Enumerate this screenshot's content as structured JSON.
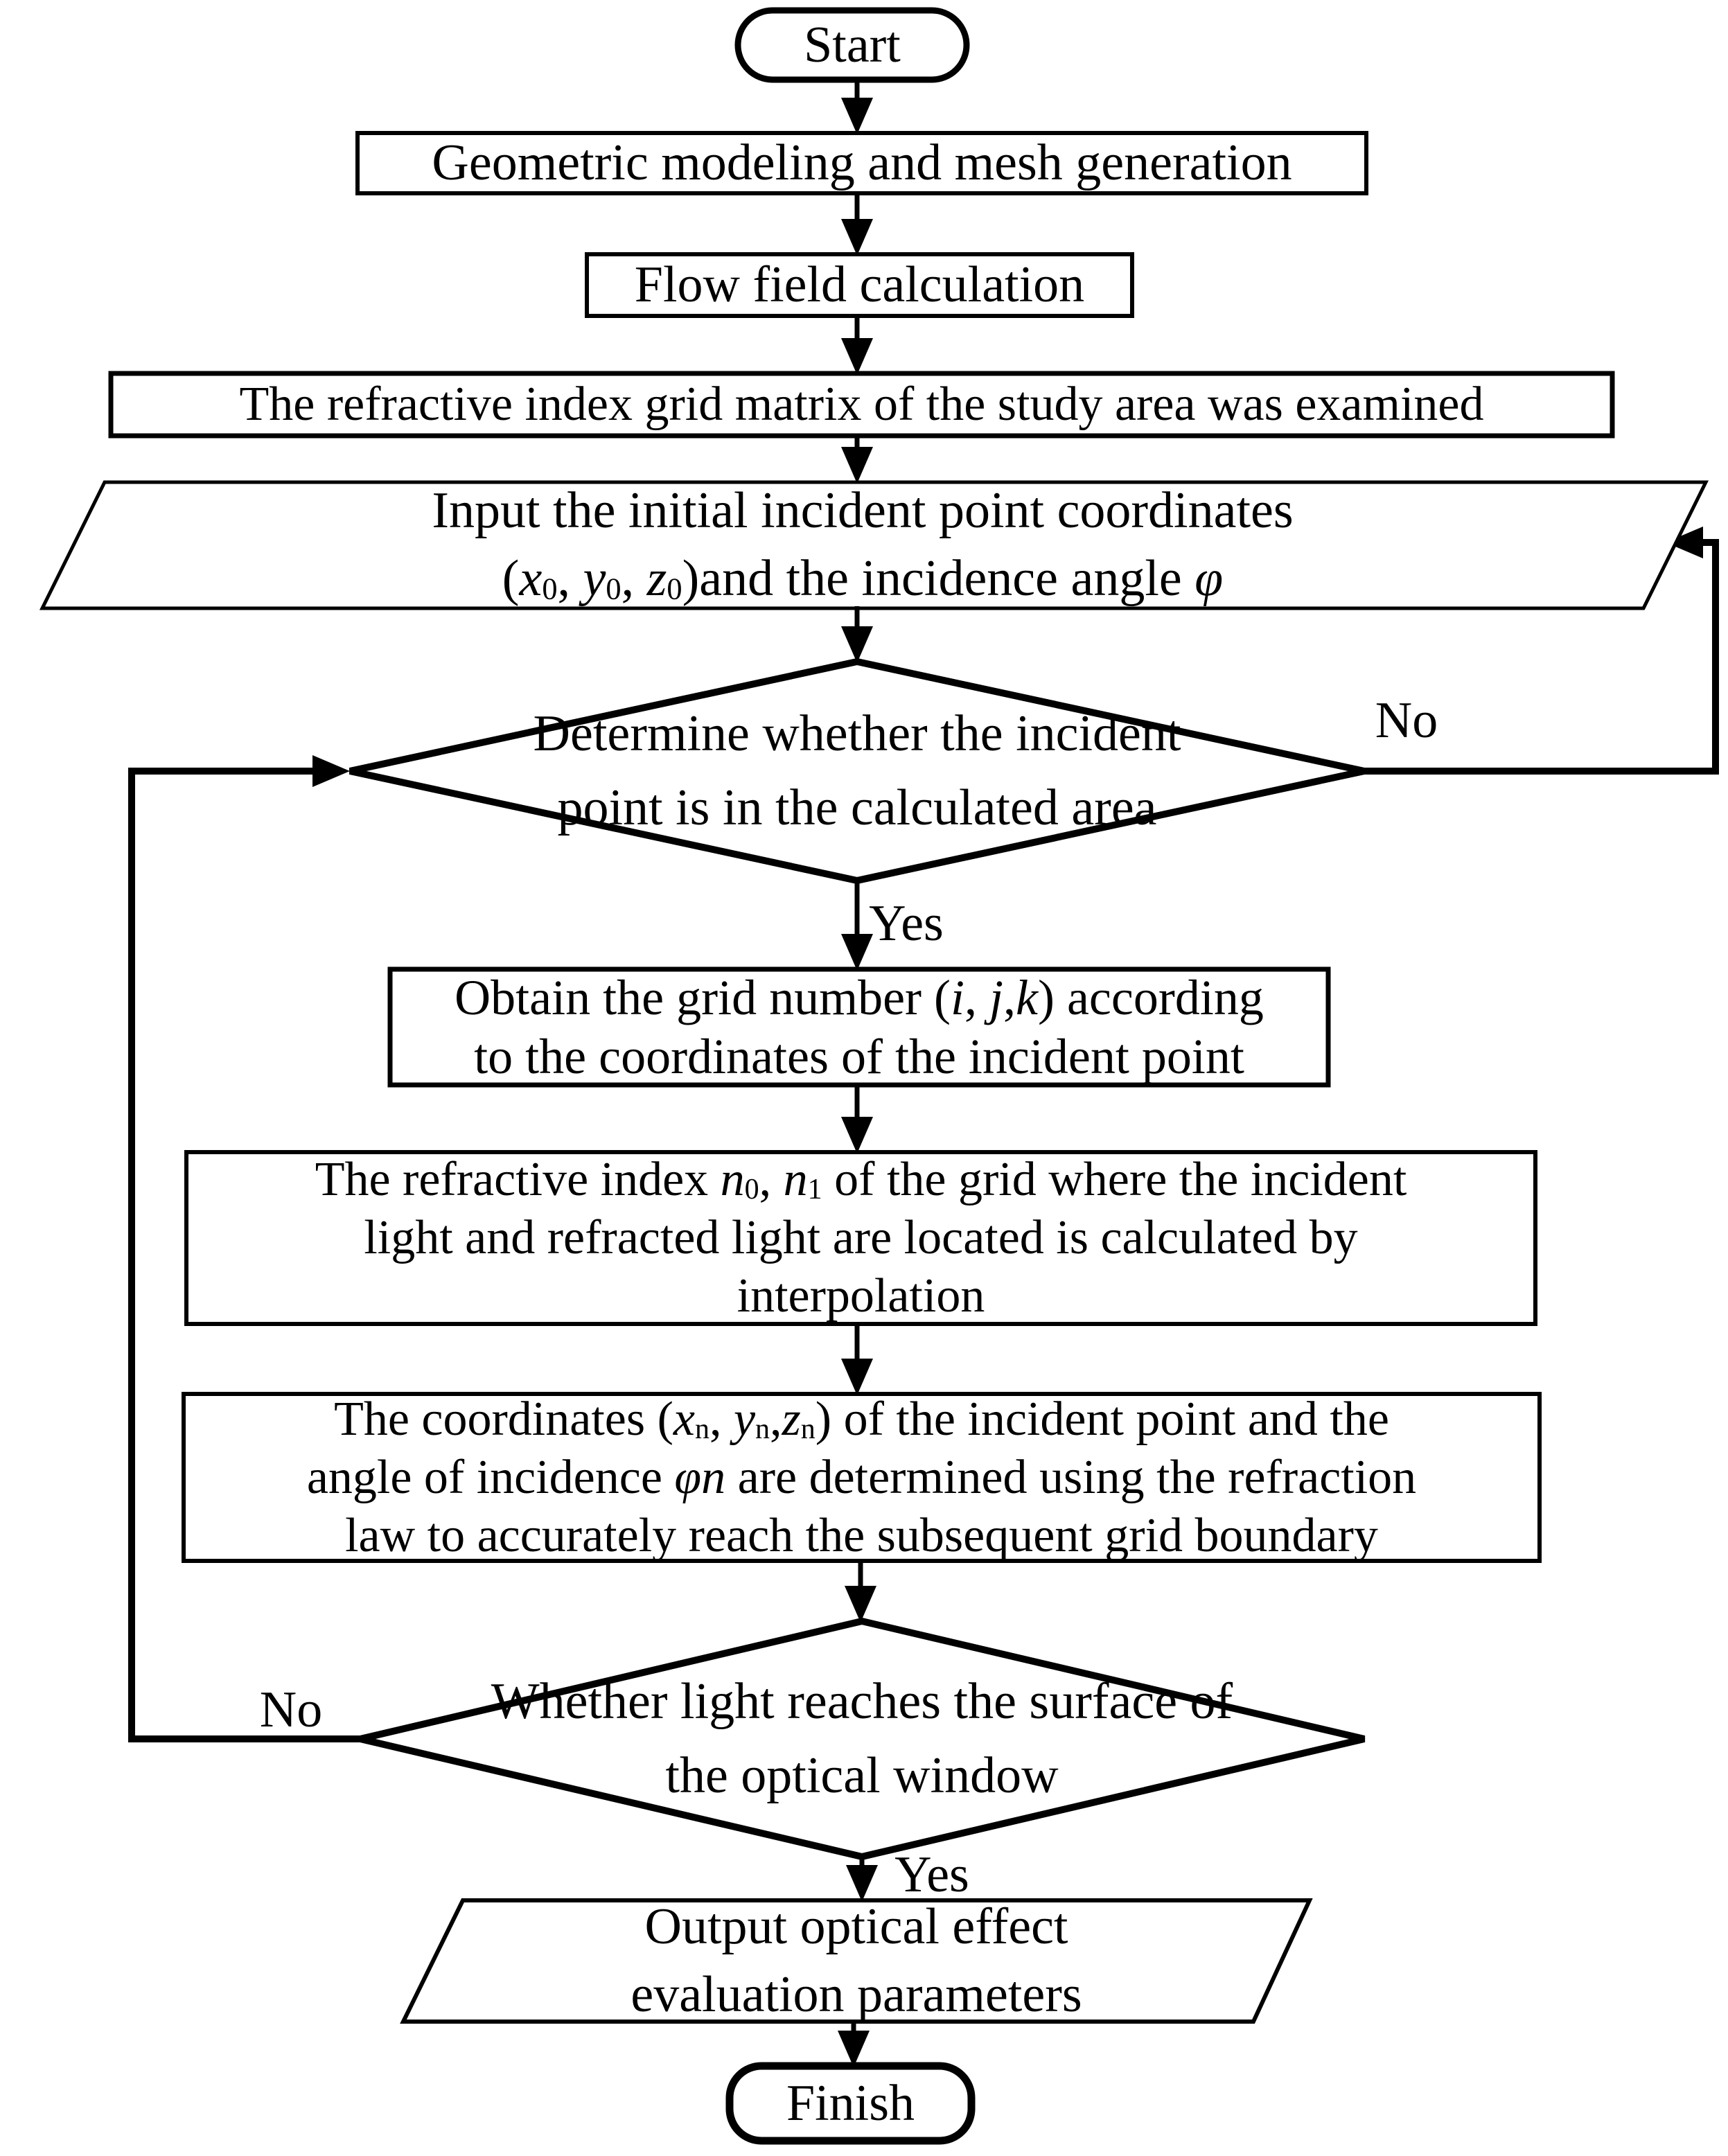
{
  "flowchart": {
    "background": "#ffffff",
    "line_color": "#000000",
    "nodes": {
      "start": {
        "type": "terminator",
        "label": "Start"
      },
      "geometric_modeling": {
        "type": "process",
        "label": "Geometric modeling and mesh generation"
      },
      "flow_field": {
        "type": "process",
        "label": "Flow field calculation"
      },
      "refractive_grid": {
        "type": "process",
        "label": "The refractive index grid matrix of the study area was examined"
      },
      "input_incident": {
        "type": "input",
        "line1": "Input the initial incident point coordinates",
        "line2": [
          {
            "t": "("
          },
          {
            "t": "x",
            "st": "i"
          },
          {
            "t": "0",
            "st": "s"
          },
          {
            "t": ", "
          },
          {
            "t": "y",
            "st": "i"
          },
          {
            "t": "0",
            "st": "s"
          },
          {
            "t": ", "
          },
          {
            "t": "z",
            "st": "i"
          },
          {
            "t": "0",
            "st": "s"
          },
          {
            "t": ")and the incidence angle "
          },
          {
            "t": "φ",
            "st": "i"
          }
        ]
      },
      "decision_in_area": {
        "type": "decision",
        "line1": "Determine whether the incident",
        "line2": "point is in the calculated area"
      },
      "grid_number": {
        "type": "process",
        "line1": [
          {
            "t": "Obtain the grid number ("
          },
          {
            "t": "i",
            "st": "i"
          },
          {
            "t": ", "
          },
          {
            "t": "j",
            "st": "i"
          },
          {
            "t": ","
          },
          {
            "t": "k",
            "st": "i"
          },
          {
            "t": ") according"
          }
        ],
        "line2": "to the coordinates of the incident point"
      },
      "interpolation": {
        "type": "process",
        "line1": [
          {
            "t": "The refractive index "
          },
          {
            "t": "n",
            "st": "i"
          },
          {
            "t": "0",
            "st": "s"
          },
          {
            "t": ", "
          },
          {
            "t": "n",
            "st": "i"
          },
          {
            "t": "1",
            "st": "s"
          },
          {
            "t": " of the grid where the incident"
          }
        ],
        "line2": "light and refracted light are located is calculated by",
        "line3": "interpolation"
      },
      "coordinates": {
        "type": "process",
        "line1": [
          {
            "t": "The coordinates ("
          },
          {
            "t": "x",
            "st": "i"
          },
          {
            "t": "n",
            "st": "s"
          },
          {
            "t": ", "
          },
          {
            "t": "y",
            "st": "i"
          },
          {
            "t": "n",
            "st": "s"
          },
          {
            "t": ","
          },
          {
            "t": "z",
            "st": "i"
          },
          {
            "t": "n",
            "st": "s"
          },
          {
            "t": ") of the incident point and the"
          }
        ],
        "line2": [
          {
            "t": "angle of incidence "
          },
          {
            "t": "φn",
            "st": "i"
          },
          {
            "t": " are determined using the refraction"
          }
        ],
        "line3": "law to accurately reach the subsequent grid boundary"
      },
      "decision_window": {
        "type": "decision",
        "line1": "Whether light reaches the surface of",
        "line2": "the optical window"
      },
      "output": {
        "type": "output",
        "line1": "Output optical effect",
        "line2": "evaluation parameters"
      },
      "finish": {
        "type": "terminator",
        "label": "Finish"
      }
    },
    "edge_labels": {
      "no_top": "No",
      "yes_top": "Yes",
      "no_bottom": "No",
      "yes_bottom": "Yes"
    }
  }
}
